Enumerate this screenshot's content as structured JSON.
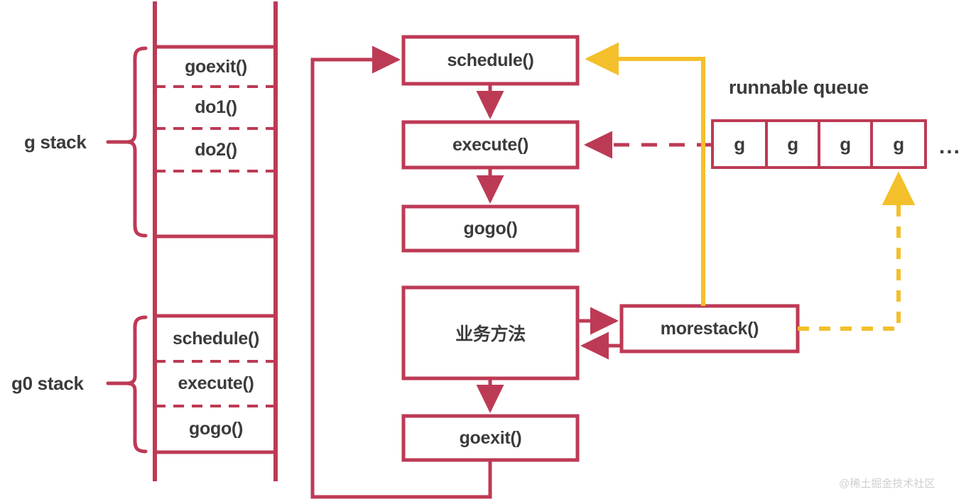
{
  "diagram": {
    "title": "Go goroutine scheduling: g stack / g0 stack call flow",
    "colors": {
      "line_red": "#bd3a55",
      "line_yellow": "#f3c02b",
      "text_dark": "#3b3b3b",
      "background": "#ffffff",
      "watermark": "#cfcfcf"
    }
  },
  "stacks": [
    {
      "name": "g-stack",
      "label": "g stack",
      "frames": [
        "goexit()",
        "do1()",
        "do2()",
        ""
      ]
    },
    {
      "name": "g0-stack",
      "label": "g0 stack",
      "frames": [
        "schedule()",
        "execute()",
        "gogo()"
      ]
    }
  ],
  "flow_boxes": [
    {
      "name": "schedule",
      "label": "schedule()"
    },
    {
      "name": "execute",
      "label": "execute()"
    },
    {
      "name": "gogo",
      "label": "gogo()"
    },
    {
      "name": "business-method",
      "label": "业务方法"
    },
    {
      "name": "goexit",
      "label": "goexit()"
    },
    {
      "name": "morestack",
      "label": "morestack()"
    }
  ],
  "queue": {
    "title": "runnable queue",
    "cells": [
      "g",
      "g",
      "g",
      "g"
    ],
    "overflow": "..."
  },
  "watermark": "@稀土掘金技术社区"
}
